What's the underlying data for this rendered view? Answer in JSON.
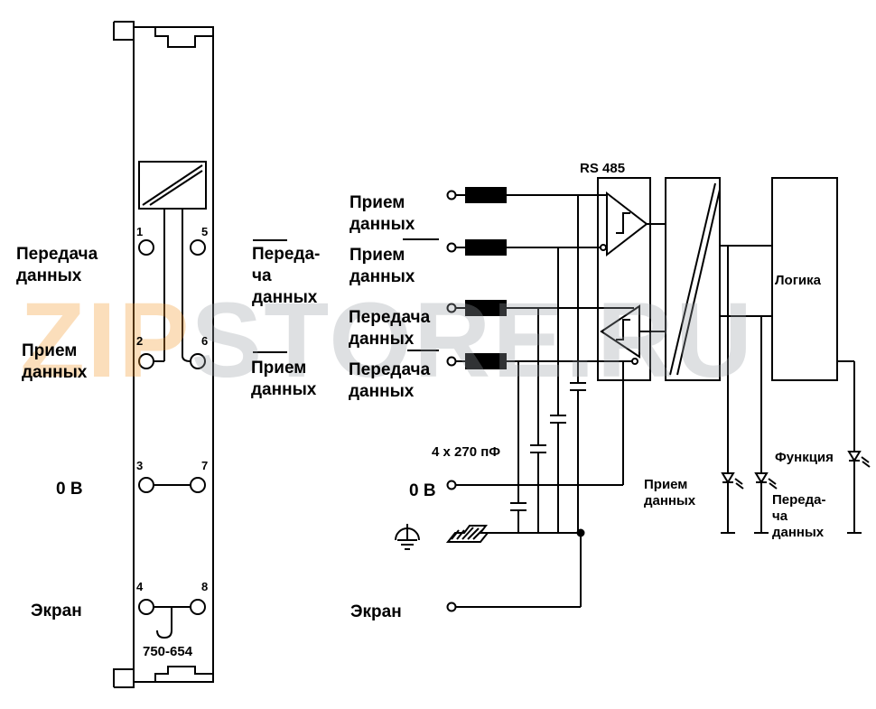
{
  "labels": {
    "module_id": "750-654",
    "rs485": "RS 485",
    "logic": "Логика",
    "caps": "4 x 270 пФ",
    "left": {
      "tx_1": "Передача",
      "tx_2": "данных",
      "rx_1": "Прием",
      "rx_2": "данных",
      "zero": "0 В",
      "shield": "Экран"
    },
    "mid": {
      "tx_inv_1": "Переда-",
      "tx_inv_2": "ча",
      "tx_inv_3": "данных",
      "rx_inv_1": "Прием",
      "rx_inv_2": "данных"
    },
    "right": {
      "rx_1": "Прием",
      "rx_2": "данных",
      "rx_inv_1": "Прием",
      "rx_inv_2": "данных",
      "tx_1": "Передача",
      "tx_2": "данных",
      "tx_inv_1": "Передача",
      "tx_inv_2": "данных",
      "zero": "0 В",
      "shield": "Экран"
    },
    "leds": {
      "rx_1": "Прием",
      "rx_2": "данных",
      "tx_1": "Переда-",
      "tx_2": "ча",
      "tx_3": "данных",
      "func": "Функция"
    }
  },
  "pins": [
    "1",
    "2",
    "3",
    "4",
    "5",
    "6",
    "7",
    "8"
  ],
  "watermark": {
    "part1": "ZIP",
    "part2": "STORE.RU"
  }
}
